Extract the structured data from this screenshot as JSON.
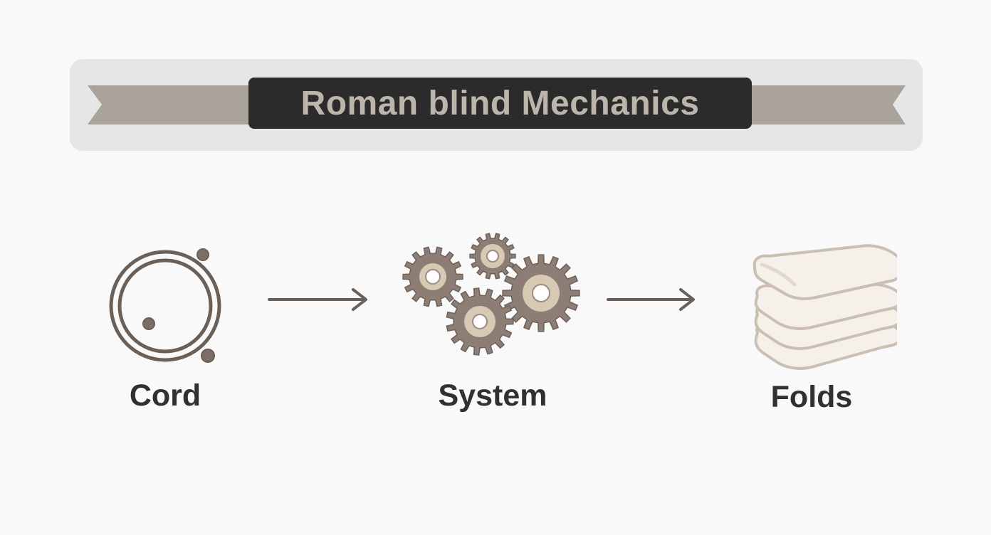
{
  "title": "Roman blind Mechanics",
  "steps": [
    {
      "label": "Cord",
      "icon": "cord-ring-icon"
    },
    {
      "label": "System",
      "icon": "gears-icon"
    },
    {
      "label": "Folds",
      "icon": "folded-fabric-icon"
    }
  ],
  "colors": {
    "background": "#f9f9f9",
    "banner_frame": "#e6e6e6",
    "ribbon": "#a9a39c",
    "title_plate": "#2c2b2b",
    "title_text": "#bcb5ab",
    "icon_stroke": "#6b6058",
    "gear_fill": "#8c7e75",
    "gear_hub": "#d8c9b5",
    "fabric_fill": "#f6f0ea",
    "fabric_stroke": "#cbbfb4",
    "label_text": "#333030"
  }
}
